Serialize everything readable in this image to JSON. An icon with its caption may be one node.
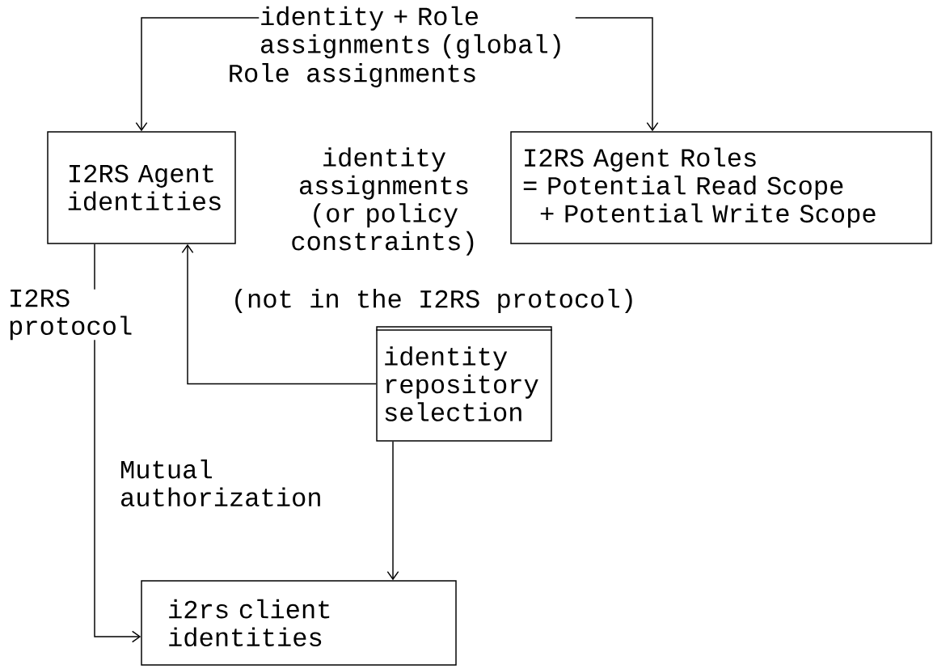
{
  "diagram": {
    "nodes": [
      {
        "text": [
          "identity + Role assignments (global)"
        ]
      },
      {
        "text": [
          "I2RS Agent identities"
        ]
      },
      {
        "text": [
          "I2RS Agent Roles",
          "= Potential Read Scope",
          "+ Potential Write Scope"
        ]
      },
      {
        "text": [
          "identity repository selection"
        ]
      },
      {
        "text": [
          "i2rs client identities"
        ]
      }
    ],
    "edges": [
      {
        "from": 0,
        "to": 1,
        "arrow": "to"
      },
      {
        "from": 0,
        "to": 2,
        "arrow": "to"
      },
      {
        "from": 1,
        "to": 4,
        "arrow": "to",
        "label": "I2RS protocol"
      },
      {
        "from": 3,
        "to": 1,
        "arrow": "to"
      },
      {
        "from": 3,
        "to": 4,
        "arrow": "to"
      }
    ],
    "labels": [
      "Role assignments",
      "identity assignments (or policy constraints)",
      "(not in the I2RS protocol)",
      "Mutual authorization"
    ]
  }
}
